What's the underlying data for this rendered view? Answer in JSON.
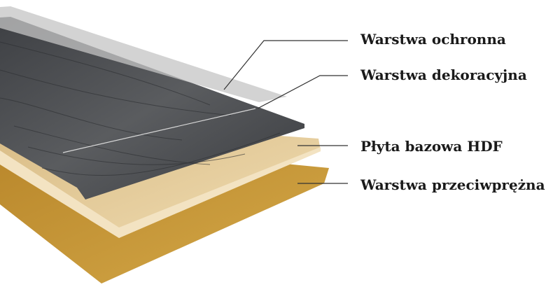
{
  "labels": {
    "protective_layer": "Warstwa ochronna",
    "decorative_layer": "Warstwa dekoracyjna",
    "hdf_board": "Płyta bazowa HDF",
    "balancing_layer": "Warstwa przeciwprężna"
  },
  "colors": {
    "protective": "#b8b8b8",
    "decorative": "#4a4c4f",
    "hdf": "#e6cf9e",
    "balancing": "#c99a3c",
    "leader_line": "#333333"
  }
}
